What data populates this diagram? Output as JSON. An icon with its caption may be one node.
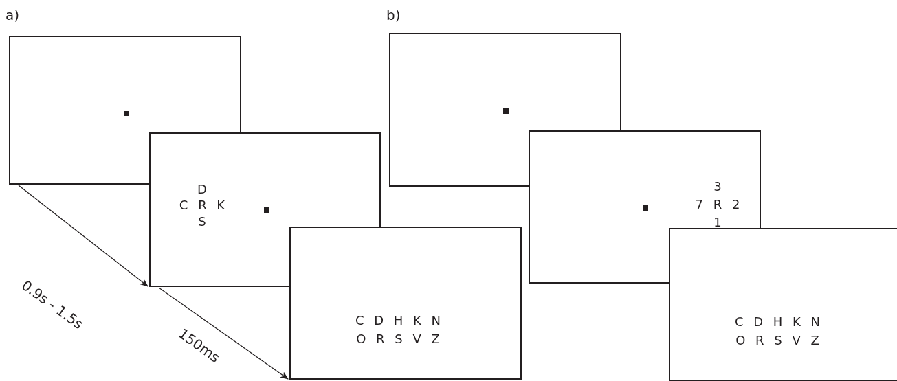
{
  "diagram": {
    "nodes": [
      {
        "text": [],
        "shape": "box"
      },
      {
        "text": [
          "D",
          "C R K",
          "S"
        ]
      },
      {
        "text": [
          "C D H K N",
          "O R S V Z"
        ]
      },
      {
        "text": [],
        "shape": "box"
      },
      {
        "text": [
          "3",
          "7 R 2",
          "1"
        ]
      },
      {
        "text": [
          "C D H K N",
          "O R S V Z"
        ]
      }
    ],
    "edges": [
      {
        "from": 0,
        "to": 1,
        "arrow": "to",
        "label": "0.9s - 1.5s"
      },
      {
        "from": 1,
        "to": 2,
        "arrow": "to",
        "label": "150ms"
      }
    ],
    "labels": [
      "a)",
      "b)"
    ]
  }
}
